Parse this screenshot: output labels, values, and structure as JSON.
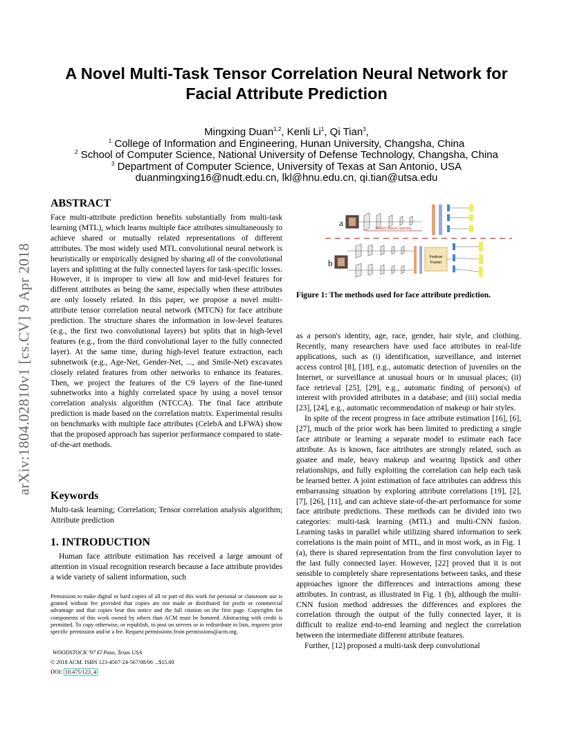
{
  "title": {
    "line1": "A Novel Multi-Task Tensor Correlation Neural Network for",
    "line2": "Facial Attribute Prediction"
  },
  "authors": {
    "names": "Mingxing Duan1,2, Kenli Li1, Qi Tian3,",
    "aff1": "College of Information and Engineering, Hunan University, Changsha, China",
    "aff2": "School of Computer Science, National University of Defense Technology, Changsha, China",
    "aff3": "Department of Computer Science, University of Texas at San Antonio, USA",
    "emails": "duanmingxing16@nudt.edu.cn, lkl@hnu.edu.cn, qi.tian@utsa.edu"
  },
  "arxiv_stamp": "arXiv:1804.02810v1  [cs.CV]  9 Apr 2018",
  "abstract": {
    "heading": "ABSTRACT",
    "text": "Face multi-attribute prediction benefits substantially from multi-task learning (MTL), which learns multiple face attributes simultaneously to achieve shared or mutually related representations of different attributes. The most widely used MTL convolutional neural network is heuristically or empirically designed by sharing all of the convolutional layers and splitting at the fully connected layers for task-specific losses. However, it is improper to view all low and mid-level features for different attributes as being the same, especially when these attributes are only loosely related. In this paper, we propose a novel multi-attribute tensor correlation neural network (MTCN) for face attribute prediction. The structure shares the information in low-level features (e.g., the first two convolutional layers) but splits that in high-level features (e.g., from the third convolutional layer to the fully connected layer). At the same time, during high-level feature extraction, each subnetwork (e.g., Age-Net, Gender-Net, ..., and Smile-Net) excavates closely related features from other networks to enhance its features. Then, we project the features of the C9 layers of the fine-tuned subnetworks into a highly correlated space by using a novel tensor correlation analysis algorithm (NTCCA). The final face attribute prediction is made based on the correlation matrix. Experimental results on benchmarks with multiple face attributes (CelebA and LFWA) show that the proposed approach has superior performance compared to state-of-the-art methods."
  },
  "keywords": {
    "heading": "Keywords",
    "text": "Multi-task learning; Correlation; Tensor correlation analysis algorithm; Attribute prediction"
  },
  "intro": {
    "heading": "1.   INTRODUCTION",
    "p1": "Human face attribute estimation has received a large amount of attention in visual recognition research because a face attribute provides a wide variety of salient information, such"
  },
  "permission": {
    "text": "Permission to make digital or hard copies of all or part of this work for personal or classroom use is granted without fee provided that copies are not made or distributed for profit or commercial advantage and that copies bear this notice and the full citation on the first page. Copyrights for components of this work owned by others than ACM must be honored. Abstracting with credit is permitted. To copy otherwise, or republish, to post on servers or to redistribute to lists, requires prior specific permission and/or a fee. Request permissions from permissions@acm.org.",
    "venue": "WOODSTOCK '97 El Paso, Texas USA",
    "copyright": "© 2018 ACM. ISBN 123-4567-24-567/08/06 ...$15.00",
    "doi_label": "DOI:",
    "doi": "10.475/123_4"
  },
  "figure": {
    "caption": "Figure 1: The methods used for face attribute prediction.",
    "label_a": "a",
    "label_b": "b",
    "shared_label": "Shared feature learning",
    "fusion_label1": "Feature",
    "fusion_label2": "Fusion"
  },
  "right": {
    "p1": "as a person's identity, age, race, gender, hair style, and clothing. Recently, many researchers have used face attributes in real-life applications, such as (i) identification, surveillance, and internet access control [8], [18], e.g., automatic detection of juveniles on the Internet, or surveillance at unusual hours or in unusual places; (ii) face retrieval [25], [29], e.g., automatic finding of person(s) of interest with provided attributes in a database; and (iii) social media [23], [24], e.g., automatic recommendation of makeup or hair styles.",
    "p2": "In spite of the recent progress in face attribute estimation [16], [6], [27], much of the prior work has been limited to predicting a single face attribute or learning a separate model to estimate each face attribute. As is known, face attributes are strongly related, such as goatee and male, heavy makeup and wearing lipstick and other relationships, and fully exploiting the correlation can help each task be learned better. A joint estimation of face attributes can address this embarrassing situation by exploring attribute correlations [19], [2], [7], [26], [11], and can achieve state-of-the-art performance for some face attribute predictions. These methods can be divided into two categories: multi-task learning (MTL) and multi-CNN fusion. Learning tasks in parallel while utilizing shared information to seek correlations is the main point of MTL, and in most work, as in Fig. 1 (a), there is shared representation from the first convolution layer to the last fully connected layer. However, [22] proved that it is not sensible to completely share representations between tasks, and these approaches ignore the differences and interactions among these attributes. In contrast, as illustrated in Fig. 1 (b), although the multi-CNN fusion method addresses the differences and explores the correlation through the output of the fully connected layer, it is difficult to realize end-to-end learning and neglect the correlation between the intermediate different attribute features.",
    "p3": "Further, [12] proposed a multi-task deep convolutional"
  }
}
